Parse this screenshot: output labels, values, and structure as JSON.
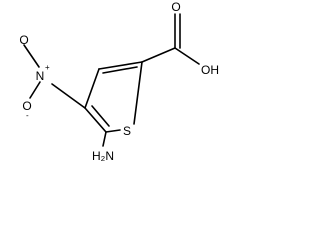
{
  "molecule": {
    "atoms": {
      "carbonyl_oxygen": "O",
      "hydroxyl": "OH",
      "sulfur": "S",
      "nitro_nitrogen": "N",
      "nitro_plus": "+",
      "nitro_oxygen": "O",
      "nitro_minus": "-",
      "amino": "H₂N"
    }
  }
}
